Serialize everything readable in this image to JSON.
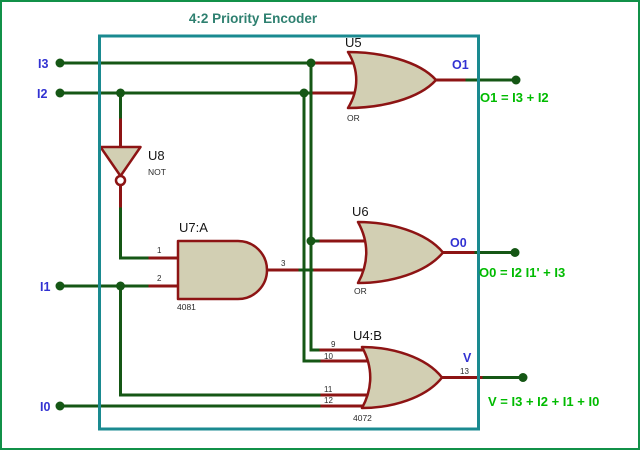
{
  "title": "4:2 Priority Encoder",
  "colors": {
    "outer_border": "#119148",
    "inner_border": "#1A8A90",
    "wire_green": "#155715",
    "pin_stub_maroon": "#8D1414",
    "gate_fill": "#D2CFB3",
    "gate_outline": "#8D1414",
    "signal_label_blue": "#3232D2",
    "equation_green": "#00BB00",
    "title_teal": "#2E8070"
  },
  "inputs": [
    {
      "label": "I3"
    },
    {
      "label": "I2"
    },
    {
      "label": "I1"
    },
    {
      "label": "I0"
    }
  ],
  "outputs": [
    {
      "label": "O1"
    },
    {
      "label": "O0"
    },
    {
      "label": "V"
    }
  ],
  "equations": {
    "o1": "O1 = I3 + I2",
    "o0": "O0 = I2 I1' + I3",
    "v": "V = I3 + I2 + I1 + I0"
  },
  "gates": {
    "u5": {
      "ref": "U5",
      "type_label": "OR"
    },
    "u6": {
      "ref": "U6",
      "type_label": "OR"
    },
    "u8": {
      "ref": "U8",
      "type_label": "NOT"
    },
    "u7": {
      "ref": "U7:A",
      "part_label": "4081",
      "pins": {
        "in1": "1",
        "in2": "2",
        "out": "3"
      }
    },
    "u4": {
      "ref": "U4:B",
      "part_label": "4072",
      "pins": {
        "in1": "9",
        "in2": "10",
        "in3": "11",
        "in4": "12",
        "out": "13"
      }
    }
  }
}
